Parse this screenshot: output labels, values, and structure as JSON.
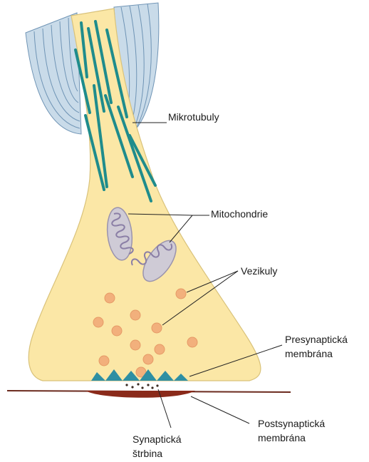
{
  "labels": {
    "microtubules": "Mikrotubuly",
    "mitochondria": "Mitochondrie",
    "vesicles": "Vezikuly",
    "presynaptic_line1": "Presynaptická",
    "presynaptic_line2": "membrána",
    "postsynaptic_line1": "Postsynaptická",
    "postsynaptic_line2": "membrána",
    "cleft_line1": "Synaptická",
    "cleft_line2": "štrbina"
  },
  "colors": {
    "terminal_fill": "#fbe7a6",
    "terminal_outline": "#d9c27a",
    "microtubule": "#1f8c8c",
    "myelin": "#c9dbe9",
    "myelin_line": "#6f94b5",
    "mitochondrion_fill": "#cfcbd6",
    "mitochondrion_cristae": "#8b7fa6",
    "vesicle": "#f2b07c",
    "presynaptic_membrane": "#2e8fa3",
    "postsynaptic_membrane": "#8a2a1a",
    "leader_line": "#222222"
  }
}
